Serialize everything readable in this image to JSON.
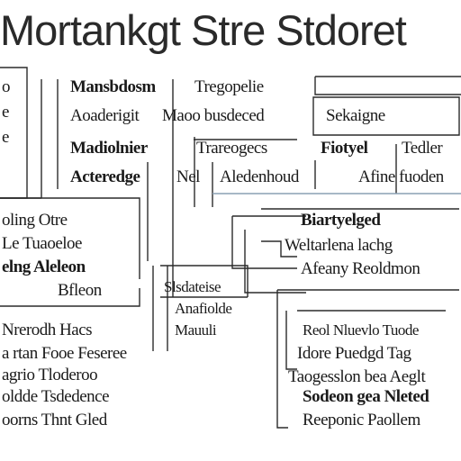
{
  "title": "Mortankgt Stre Stdoret",
  "nodes": {
    "left_top": [
      "o",
      "e",
      "e"
    ],
    "row1": "Mansbdosm",
    "row1_right": "Tregopelie",
    "row2": "Aoaderigit",
    "row2_mid": "Maoo busdeced",
    "row2_box": "Sekaigne",
    "row3": "Madiolnier",
    "row3_mid": "Trareogecs",
    "row3_right": "Fiotyel",
    "row3_far": "Tedler",
    "row4": "Acteredge",
    "row4_mid": "Nel",
    "row4_right": "Aledenhoud",
    "row4_far": "Afine fuoden",
    "left_mid": [
      "oling Otre",
      "Le Tuaoeloe",
      "elng Aleleon",
      "Bfleon"
    ],
    "center": [
      "Slsdateise",
      "Anafiolde",
      "Mauuli"
    ],
    "right_mid": [
      "Biartyelged",
      "Weltarlena lachg",
      "Afeany Reoldmon"
    ],
    "left_bottom": [
      "Nrerodh Hacs",
      "a rtan Fooe Feseree",
      "agrio Tloderoo",
      "oldde Tsdedence",
      "oorns Thnt Gled"
    ],
    "right_bottom": [
      "Reol Nluevlo Tuode",
      "Idore Puedgd Tag",
      "Taogesslon bea Aeglt",
      "Sodeon gea Nleted",
      "Reeponic Paollem"
    ]
  }
}
